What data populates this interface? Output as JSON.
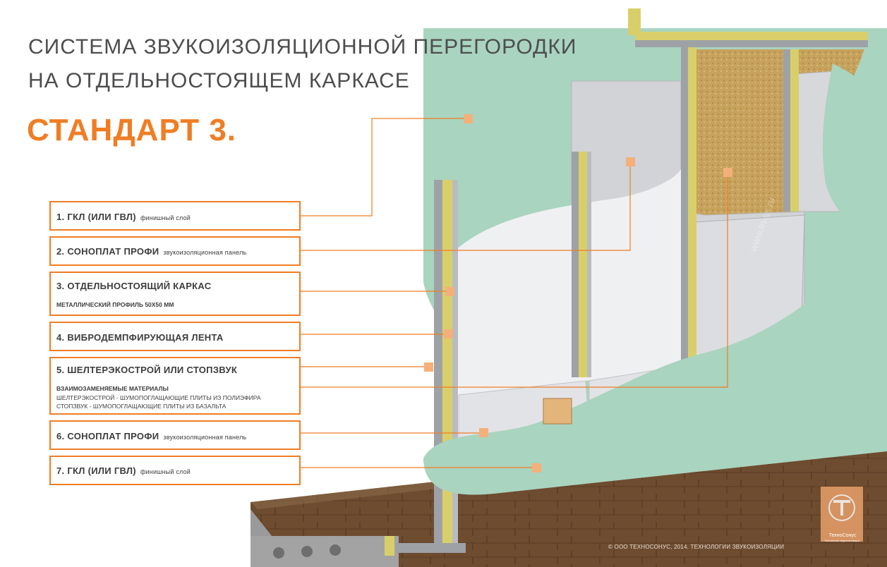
{
  "title_line1": "СИСТЕМА ЗВУКОИЗОЛЯЦИОННОЙ ПЕРЕГОРОДКИ",
  "title_line2": "НА ОТДЕЛЬНОСТОЯЩЕМ КАРКАСЕ",
  "standard": "СТАНДАРТ 3.",
  "layers": [
    {
      "label": "1. ГКЛ (ИЛИ ГВЛ)",
      "sub": "финишный слой"
    },
    {
      "label": "2. СОНОПЛАТ ПРОФИ",
      "sub": "звукоизоляционная панель"
    },
    {
      "label": "3. ОТДЕЛЬНОСТОЯЩИЙ КАРКАС",
      "note": "МЕТАЛЛИЧЕСКИЙ ПРОФИЛЬ 50Х50 ММ"
    },
    {
      "label": "4. ВИБРОДЕМПФИРУЮЩАЯ ЛЕНТА"
    },
    {
      "label": "5. ШЕЛТЕРЭКОСТРОЙ ИЛИ СТОПЗВУК",
      "note_title": "ВЗАИМОЗАМЕНЯЕМЫЕ МАТЕРИАЛЫ",
      "note_line1": "ШЕЛТЕРЭКОСТРОЙ - ШУМОПОГЛАЩАЮЩИЕ ПЛИТЫ ИЗ ПОЛИЭФИРА",
      "note_line2": "СТОПЗВУК - ШУМОПОГЛАЩАЮЩИЕ ПЛИТЫ ИЗ БАЗАЛЬТА"
    },
    {
      "label": "6. СОНОПЛАТ ПРОФИ",
      "sub": "звукоизоляционная панель"
    },
    {
      "label": "7. ГКЛ (ИЛИ ГВЛ)",
      "sub": "финишный слой"
    }
  ],
  "watermark": "www.tn-ss.ru",
  "logo_name": "ТехноСонус",
  "logo_tagline": "Технологии звукоизоляции",
  "copyright": "© ООО ТЕХНОСОНУС, 2014. ТЕХНОЛОГИИ ЗВУКОИЗОЛЯЦИИ",
  "colors": {
    "accent": "#f07d24",
    "title": "#4d4d4f",
    "gkl": "#a9d4bf",
    "sonoplat": "#e4e5e8",
    "frame": "#d9cf6a",
    "wool": "#c9a35e",
    "floor": "#6b4a2f"
  }
}
